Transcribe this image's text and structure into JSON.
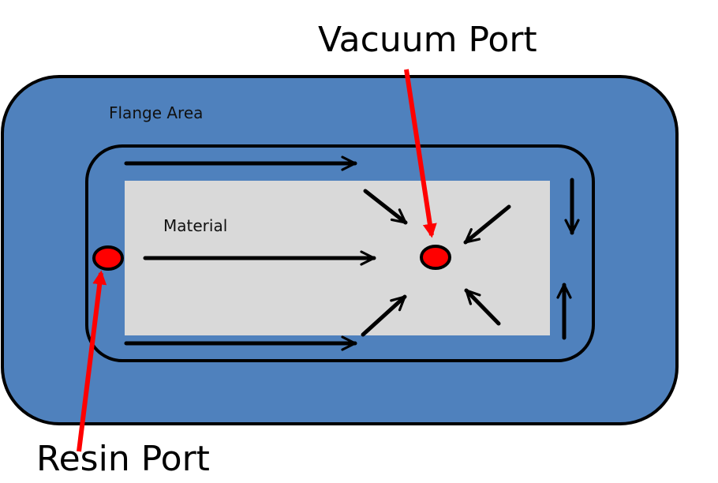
{
  "labels": {
    "vacuum_port": "Vacuum Port",
    "resin_port": "Resin Port",
    "flange_area": "Flange Area",
    "material": "Material"
  },
  "colors": {
    "flange": "#4f81bd",
    "material": "#d9d9d9",
    "port": "#ff0000",
    "pointer": "#ff0000",
    "outline": "#000000"
  }
}
